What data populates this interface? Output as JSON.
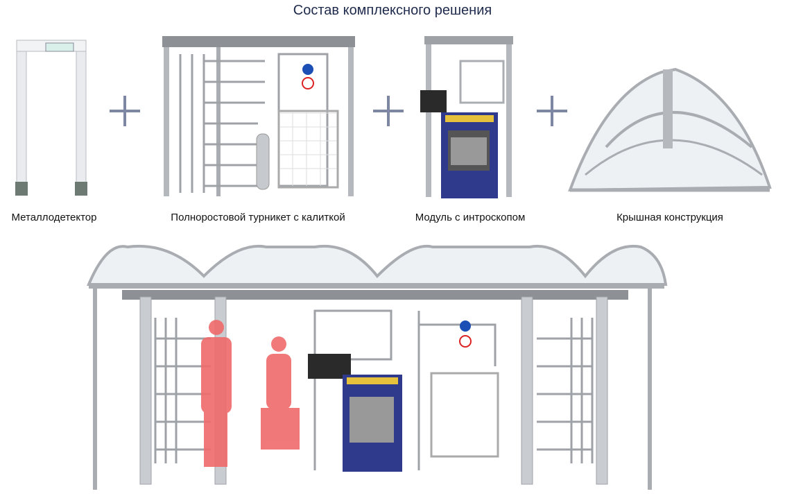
{
  "title": "Состав комплексного решения",
  "components": [
    {
      "label": "Металлодетектор",
      "icon": "metal-detector"
    },
    {
      "label": "Полноростовой турникет с калиткой",
      "icon": "full-height-turnstile"
    },
    {
      "label": "Модуль с интроскопом",
      "icon": "xray-module"
    },
    {
      "label": "Крышная конструкция",
      "icon": "roof-structure"
    }
  ],
  "colors": {
    "title": "#1e2a4c",
    "plus": "#7d86a3",
    "steel": "#a9adb2",
    "xray": "#2f3a8c",
    "silhouette": "#f06a6a"
  }
}
